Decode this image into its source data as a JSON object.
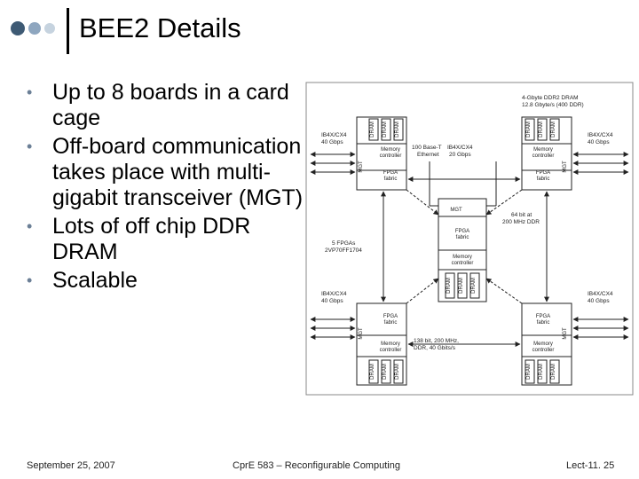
{
  "slide": {
    "title": "BEE2 Details",
    "bullets": [
      "Up to 8 boards in a card cage",
      "Off-board communication takes place with multi-gigabit transceiver (MGT)",
      "Lots of off chip DDR DRAM",
      "Scalable"
    ]
  },
  "diagram": {
    "dram_label": "DRAM",
    "mgt_label": "MGT",
    "fpga_label_1": "FPGA",
    "fpga_label_2": "fabric",
    "memctl_label_1": "Memory",
    "memctl_label_2": "controller",
    "ib_label_1": "IB4X/CX4",
    "ib_label_2": "40 Gbps",
    "ddr_top_1": "4-Gbyte DDR2 DRAM",
    "ddr_top_2": "12.8 Gbyte/s (400 DDR)",
    "eth_1": "100 Base-T",
    "eth_2": "Ethernet",
    "ib20_1": "IB4X/CX4",
    "ib20_2": "20 Gbps",
    "bit64_1": "64 bit at",
    "bit64_2": "200 MHz DDR",
    "fpgas_1": "5 FPGAs",
    "fpgas_2": "2VP70FF1704",
    "bottom_1": "138 bit, 200 MHz,",
    "bottom_2": "DDR, 40 Gbits/s"
  },
  "footer": {
    "date": "September 25, 2007",
    "course": "CprE 583 – Reconfigurable Computing",
    "lecture": "Lect-11. 25"
  },
  "colors": {
    "accent_dark": "#3e5a74",
    "accent_mid": "#8ea6bf",
    "accent_light": "#c6d3df",
    "bullet": "#6b7f96",
    "diagram_line": "#222222"
  }
}
